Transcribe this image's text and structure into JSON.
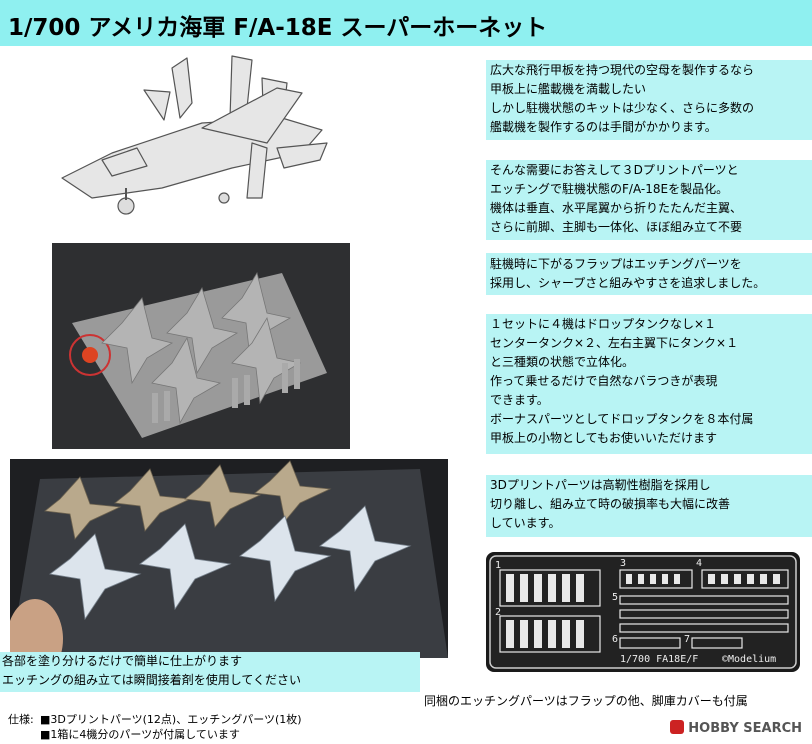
{
  "title": "1/700 アメリカ海軍 F/A-18E スーパーホーネット",
  "paragraphs": [
    {
      "lines": [
        "広大な飛行甲板を持つ現代の空母を製作するなら",
        "甲板上に艦載機を満載したい",
        "しかし駐機状態のキットは少なく、さらに多数の",
        "艦載機を製作するのは手間がかかります。"
      ]
    },
    {
      "lines": [
        "そんな需要にお答えして３Dプリントパーツと",
        "エッチングで駐機状態のF/A-18Eを製品化。",
        "機体は垂直、水平尾翼から折りたたんだ主翼、",
        "さらに前脚、主脚も一体化、ほぼ組み立て不要"
      ]
    },
    {
      "lines": [
        "駐機時に下がるフラップはエッチングパーツを",
        "採用し、シャープさと組みやすさを追求しました。"
      ]
    },
    {
      "lines": [
        "１セットに４機はドロップタンクなし×１",
        "センタータンク×２、左右主翼下にタンク×１",
        "と三種類の状態で立体化。",
        "作って乗せるだけで自然なバラつきが表現",
        "できます。",
        "ボーナスパーツとしてドロップタンクを８本付属",
        "甲板上の小物としてもお使いいただけます"
      ]
    },
    {
      "lines": [
        "3Dプリントパーツは高靭性樹脂を採用し",
        "切り離し、組み立て時の破損率も大幅に改善",
        "しています。"
      ]
    }
  ],
  "caption_left": [
    "各部を塗り分けるだけで簡単に仕上がります",
    "エッチングの組み立ては瞬間接着剤を使用してください"
  ],
  "caption_etch": "同梱のエッチングパーツはフラップの他、脚庫カバーも付属",
  "etch_label": "1/700 FA18E/F",
  "etch_brand": "©Modelium",
  "etch_numbers": [
    "1",
    "2",
    "3",
    "4",
    "5",
    "6",
    "7"
  ],
  "spec_label": "仕様:",
  "spec_lines": [
    "■3Dプリントパーツ(12点)、エッチングパーツ(1枚)",
    "■1箱に4機分のパーツが付属しています"
  ],
  "watermark": "HOBBY SEARCH"
}
